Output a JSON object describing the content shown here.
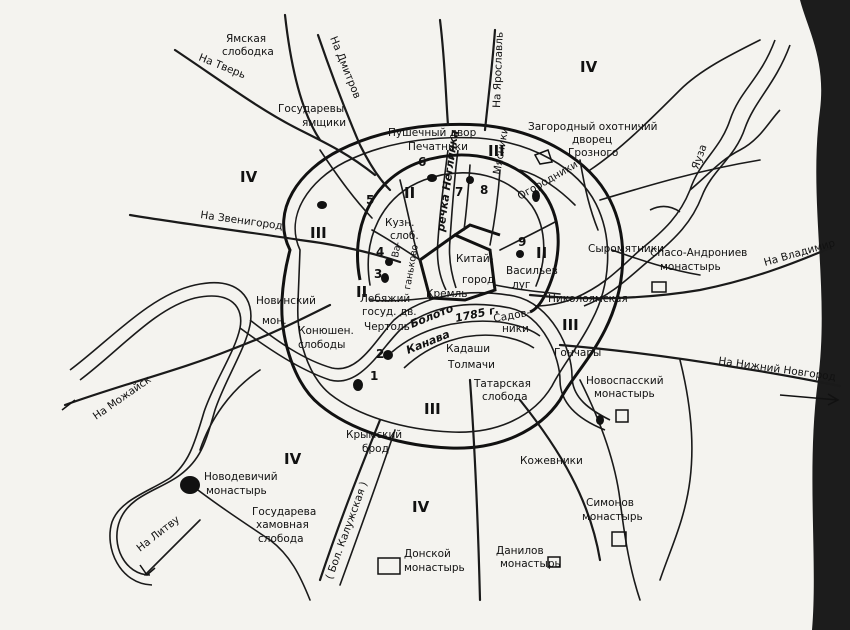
{
  "colors": {
    "ink": "#111111",
    "paper": "#f4f3ef",
    "edge": "#1c1c1c"
  },
  "roads": {
    "tver": "На Тверь",
    "dmitrov": "На Дмитров",
    "yaroslavl": "На Ярославль",
    "zvenigorod": "На Звенигород",
    "vladimir": "На Владимир",
    "nizhny": "На Нижний Новгород",
    "mozhaisk": "На Можайск",
    "litva": "На Литву",
    "kaluzhskaya": "( Бол. Калужская )"
  },
  "places": {
    "yamskaya1": "Ямская",
    "yamskaya2": "слободка",
    "yamschiki1": "Государевы",
    "yamschiki2": "ямщики",
    "pushechny": "Пушечный двор",
    "pechatniki": "Печатники",
    "myasniki": "Мясники",
    "zagorodny1": "Загородный охотничий",
    "zagorodny2": "дворец",
    "zagorodny3": "Грозного",
    "ogorodniki": "Огородники",
    "kuzn1": "Кузн.",
    "kuzn2": "слоб.",
    "rechka": "речка Неглинка",
    "kitay1": "Китай-",
    "kitay2": "город",
    "kreml": "Кремль",
    "vasiliev1": "Васильев",
    "vasiliev2": "луг",
    "syromyatniki": "Сыромятники",
    "andronikov1": "Спасо-Андрониев",
    "andronikov2": "монастырь",
    "yauza": "Яуза",
    "vagankovo1": "Ва-",
    "vagankovo2": "ганьково",
    "lebyazhy1": "Лебяжий",
    "lebyazhy2": "госуд. дв.",
    "chertol": "Чертоль",
    "novinsky1": "Новинский",
    "novinsky2": "мон.",
    "konyushen1": "Конюшен.",
    "konyushen2": "слободы",
    "boloto": "Болото",
    "kanava": "Канава",
    "year": "1785 г.",
    "sadovniki1": "Садов-",
    "sadovniki2": "ники",
    "nikolo": "Николоямская",
    "goncahry": "Гончары",
    "kadashi": "Кадаши",
    "tolmachi": "Толмачи",
    "tatar1": "Татарская",
    "tatar2": "слобода",
    "novospassky1": "Новоспасский",
    "novospassky2": "монастырь",
    "krymsky1": "Крымский",
    "krymsky2": "брод",
    "kozhevniki": "Кожевники",
    "novodev1": "Новодевичий",
    "novodev2": "монастырь",
    "khamov1": "Государева",
    "khamov2": "хамовная",
    "khamov3": "слобода",
    "donskoy": "Донской",
    "donskoy2": "монастырь",
    "danilov1": "Данилов",
    "danilov2": "монастырь",
    "simonov1": "Симонов",
    "simonov2": "монастырь"
  },
  "zones": {
    "iv_top_right": "IV",
    "iv_left": "IV",
    "iii_left": "III",
    "ii_left": "II",
    "iii_top": "III",
    "ii_right": "II",
    "iii_right": "III",
    "ii_low": "II",
    "iii_south": "III",
    "iv_sw": "IV",
    "iv_south": "IV"
  },
  "numbers": {
    "n1": "1",
    "n2": "2",
    "n3": "3",
    "n4": "4",
    "n5": "5",
    "n6": "6",
    "n7": "7",
    "n8": "8",
    "n9": "9"
  }
}
